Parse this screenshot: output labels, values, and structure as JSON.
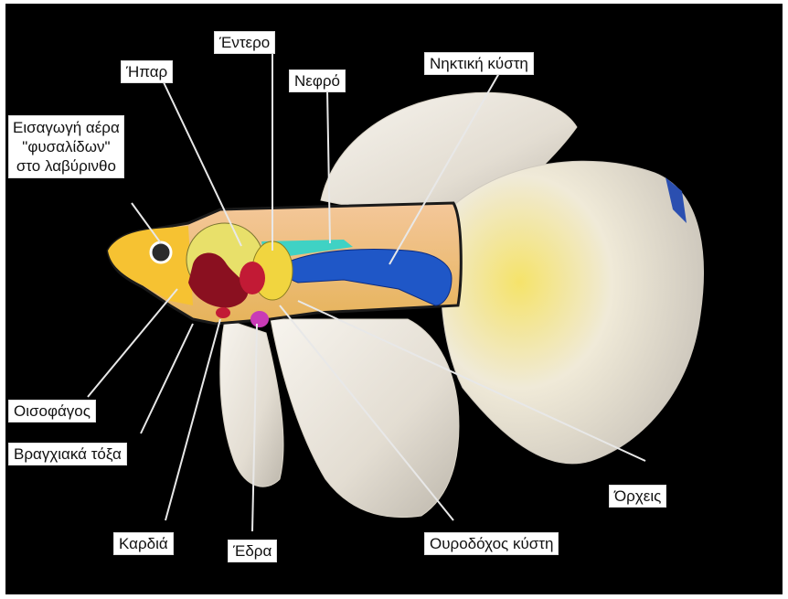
{
  "labels": {
    "entero": "Έντερο",
    "hpar": "Ήπαρ",
    "nefro": "Νεφρό",
    "nhktikh": "Νηκτική κύστη",
    "eisagogi": [
      "Εισαγωγή αέρα",
      "\"φυσαλίδων\"",
      "στο λαβύρινθο"
    ],
    "oisofagos": "Οισοφάγος",
    "vragxiaka": "Βραγχιακά τόξα",
    "kardia": "Καρδιά",
    "edra": "Έδρα",
    "ourodoxos": "Ουροδόχος κύστη",
    "orxeis": "Όρχεις"
  },
  "colors": {
    "background": "#000000",
    "body": "#f2c27a",
    "swim_bladder": "#1f57c7",
    "kidney": "#3fd2c4",
    "gills": "#8a1020",
    "liver": "#e8e06a",
    "anus": "#c93ab6",
    "fins": "#eae6df"
  }
}
